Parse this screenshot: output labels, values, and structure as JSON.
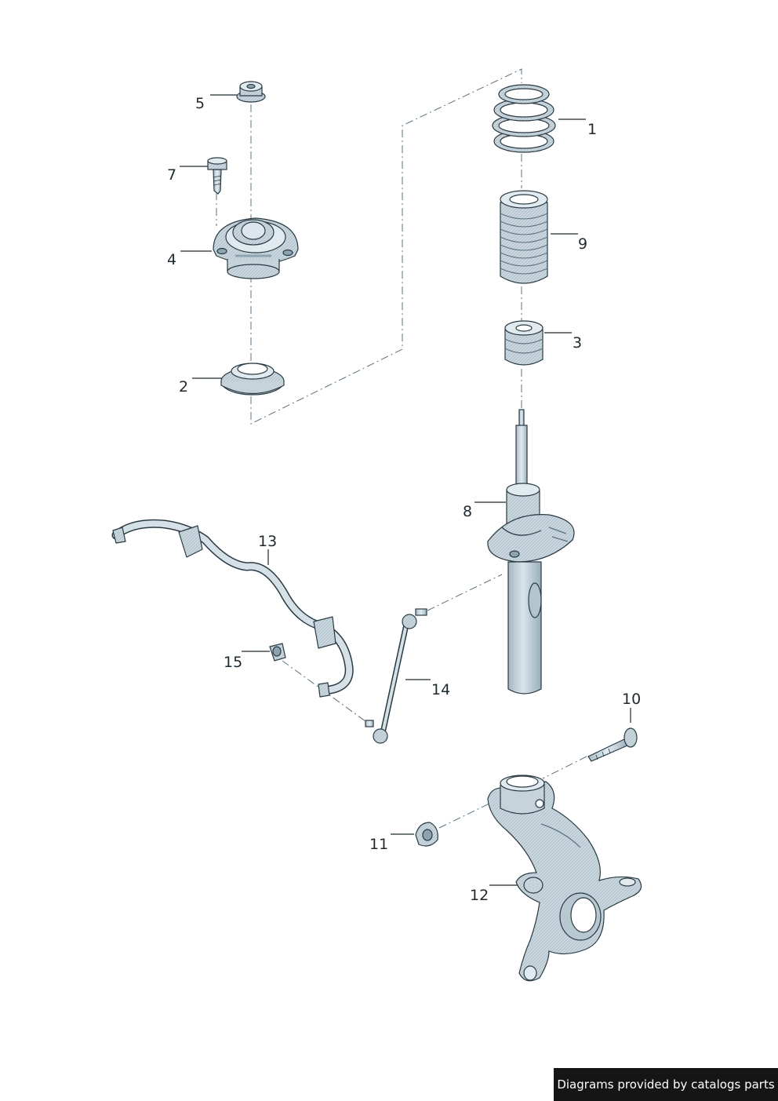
{
  "callouts": {
    "c1": "1",
    "c2": "2",
    "c3": "3",
    "c4": "4",
    "c5": "5",
    "c7": "7",
    "c8": "8",
    "c9": "9",
    "c10": "10",
    "c11": "11",
    "c12": "12",
    "c13": "13",
    "c14": "14",
    "c15": "15"
  },
  "footer": {
    "text": "Diagrams provided by catalogs parts"
  },
  "colors": {
    "line": "#2a3a44",
    "metal": "#c6d3db",
    "metal_light": "#e1eaef",
    "metal_dark": "#8ea3b0",
    "dash": "#5a7380"
  },
  "parts": [
    "coil-spring",
    "dust-boot",
    "bump-stop",
    "strut-mount",
    "flange-nut",
    "bolt",
    "bearing-ring",
    "shock-absorber",
    "stabilizer-bar",
    "stabilizer-link",
    "nut",
    "steering-knuckle",
    "hex-bolt",
    "hex-nut"
  ]
}
